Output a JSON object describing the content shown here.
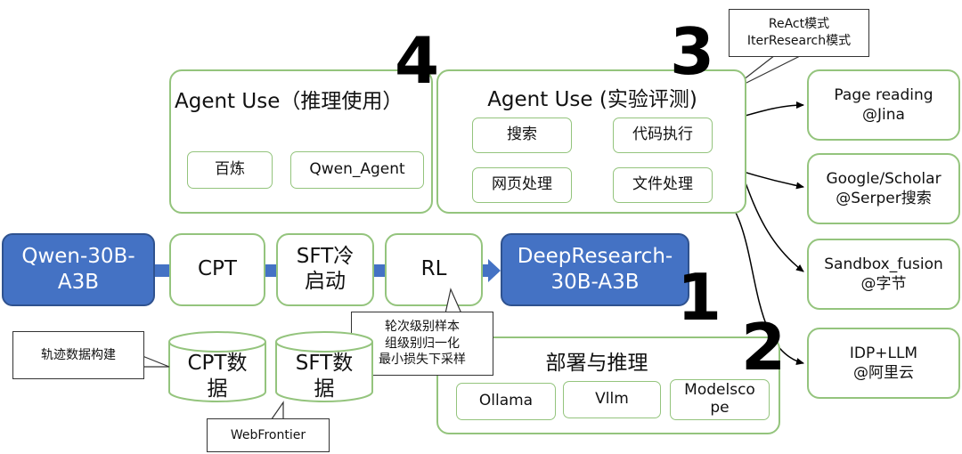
{
  "agent_use_infer": {
    "title": "Agent Use（推理使用）",
    "items": [
      "百炼",
      "Qwen_Agent"
    ],
    "number": "4"
  },
  "agent_use_eval": {
    "title": "Agent Use (实验评测)",
    "items": [
      "搜索",
      "代码执行",
      "网页处理",
      "文件处理"
    ],
    "number": "3",
    "callout": [
      "ReAct模式",
      "IterResearch模式"
    ]
  },
  "pipeline": {
    "source_model": [
      "Qwen-30B-",
      "A3B"
    ],
    "stages": [
      {
        "lines": [
          "CPT"
        ]
      },
      {
        "lines": [
          "SFT冷",
          "启动"
        ]
      },
      {
        "lines": [
          "RL"
        ]
      }
    ],
    "output_model": [
      "DeepResearch-",
      "30B-A3B"
    ],
    "number": "1",
    "rl_callout": [
      "轮次级别样本",
      "组级别归一化",
      "最小损失下采样"
    ]
  },
  "data": {
    "callout": "轨迹数据构建",
    "cylinders": [
      {
        "lines": [
          "CPT数",
          "据"
        ]
      },
      {
        "lines": [
          "SFT数",
          "据"
        ]
      }
    ],
    "source": "WebFrontier"
  },
  "deploy": {
    "title": "部署与推理",
    "items": [
      "Ollama",
      "Vllm",
      "Modelsco\npe"
    ],
    "number": "2"
  },
  "tools": [
    {
      "lines": [
        "Page reading",
        "@Jina"
      ]
    },
    {
      "lines": [
        "Google/Scholar",
        "@Serper搜索"
      ]
    },
    {
      "lines": [
        "Sandbox_fusion",
        "@字节"
      ]
    },
    {
      "lines": [
        "IDP+LLM",
        "@阿里云"
      ]
    }
  ]
}
